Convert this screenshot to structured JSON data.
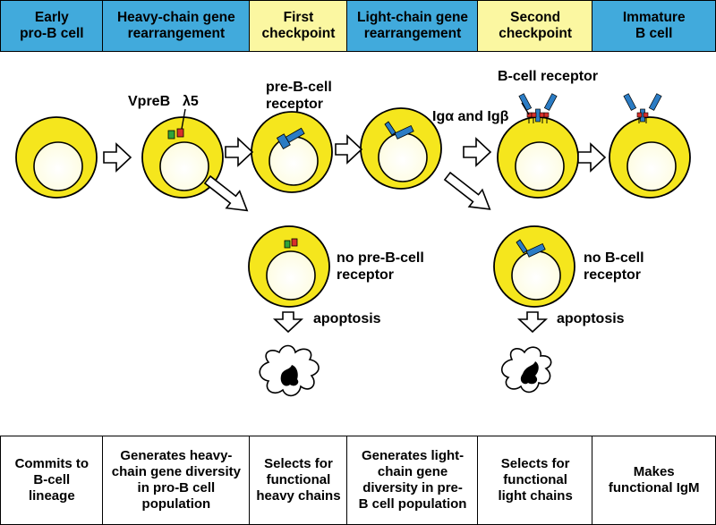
{
  "colors": {
    "header_blue": "#41aadc",
    "header_yellow": "#fbf7a1",
    "cell_yellow": "#f5e61d",
    "nucleus_light": "#fdfce0",
    "receptor_blue": "#2b7cc4",
    "vpreb_green": "#2fa43a",
    "lambda5_red": "#d8302b"
  },
  "header": {
    "stages": [
      "Early\npro-B cell",
      "Heavy-chain gene\nrearrangement",
      "First\ncheckpoint",
      "Light-chain gene\nrearrangement",
      "Second\ncheckpoint",
      "Immature\nB cell"
    ]
  },
  "labels": {
    "vpreb": "VpreB",
    "lambda5": "λ5",
    "pre_b_cell_receptor": "pre-B-cell\nreceptor",
    "b_cell_receptor": "B-cell receptor",
    "iga_igb": "Igα and Igβ",
    "no_pre_b_cell_receptor": "no pre-B-cell\nreceptor",
    "no_b_cell_receptor": "no B-cell\nreceptor",
    "apoptosis_1": "apoptosis",
    "apoptosis_2": "apoptosis"
  },
  "footer": {
    "outcomes": [
      "Commits to\nB-cell\nlineage",
      "Generates heavy-\nchain gene diversity\nin pro-B cell\npopulation",
      "Selects for\nfunctional\nheavy chains",
      "Generates light-\nchain gene\ndiversity in pre-\nB cell population",
      "Selects for\nfunctional\nlight chains",
      "Makes\nfunctional IgM"
    ]
  }
}
